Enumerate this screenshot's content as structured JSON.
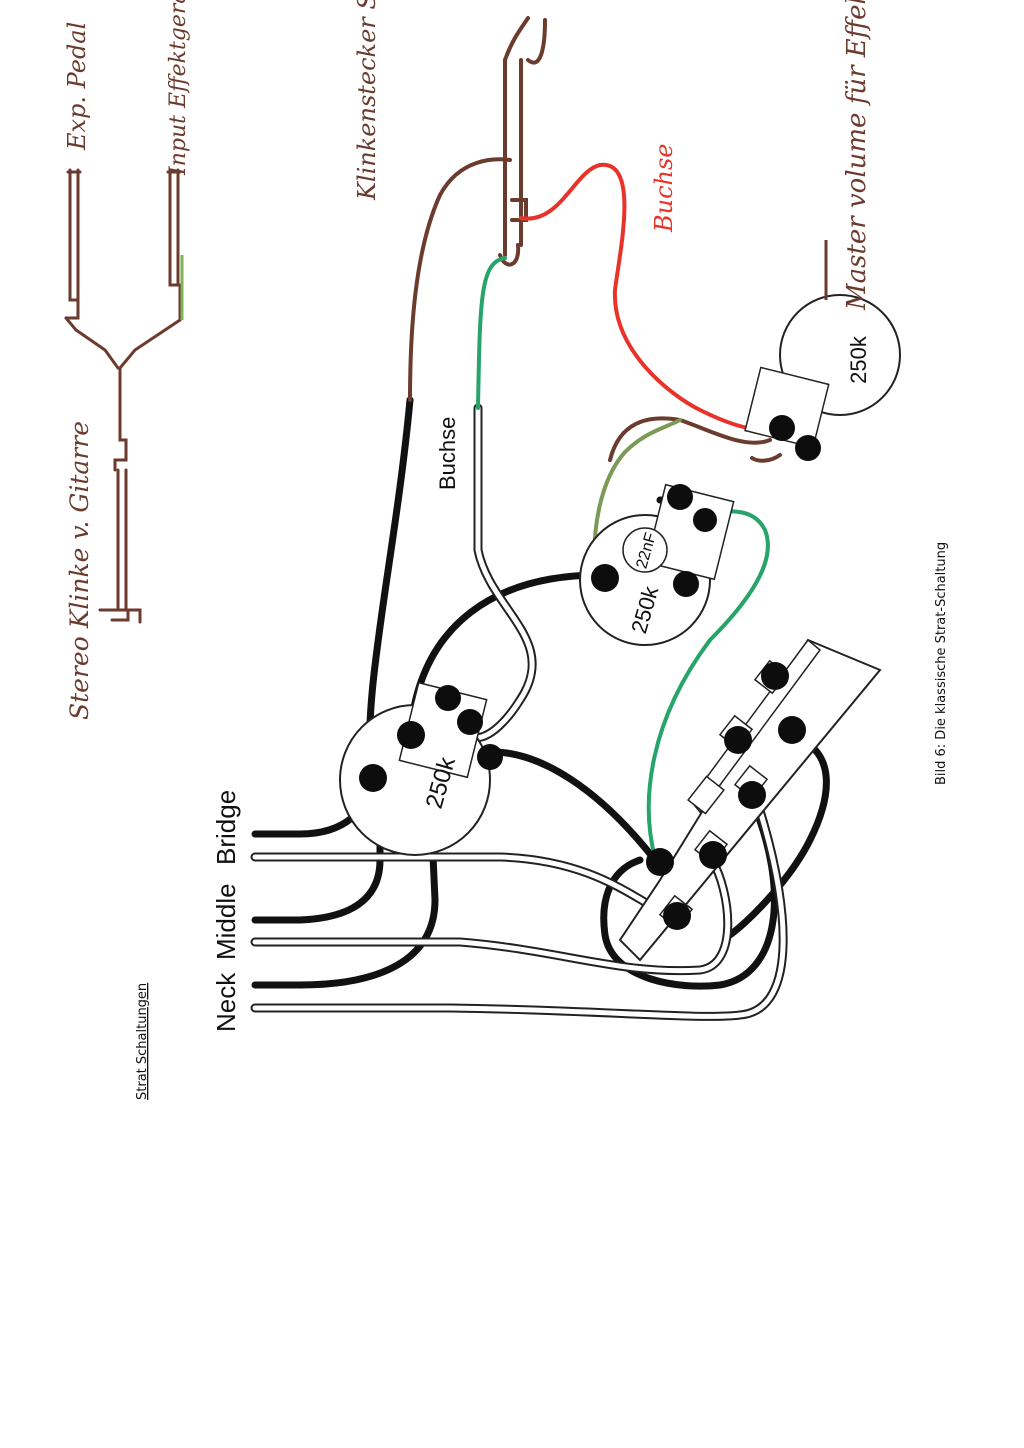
{
  "page": {
    "header_text": "Strat Schaltungen",
    "caption": "Bild 6: Die klassische Strat-Schaltung"
  },
  "pickups": {
    "neck": "Neck",
    "middle": "Middle",
    "bridge": "Bridge"
  },
  "components": {
    "volume_pot": "250k",
    "tone_pot": "250k",
    "capacitor": "22nF",
    "master_pot": "250k"
  },
  "wires": {
    "jack_label_printed": "Buchse",
    "jack_label_red": "Buchse"
  },
  "handwritten": {
    "exp_pedal": "Exp. Pedal",
    "input_effekt": "Input Effektgerät",
    "stereo_klinke": "Stereo Klinke v. Gitarre",
    "klinkenstecker": "Klinkenstecker Stereo (Buchse)",
    "master_volume": "Master volume für Effektgerät (Expressionpedal)"
  },
  "colors": {
    "wire_black": "#111111",
    "wire_white_edge": "#222222",
    "wire_green": "#27a468",
    "wire_red": "#e8332a",
    "ink_brown": "#6b3b2e",
    "fill_black": "#0d0d0d"
  }
}
